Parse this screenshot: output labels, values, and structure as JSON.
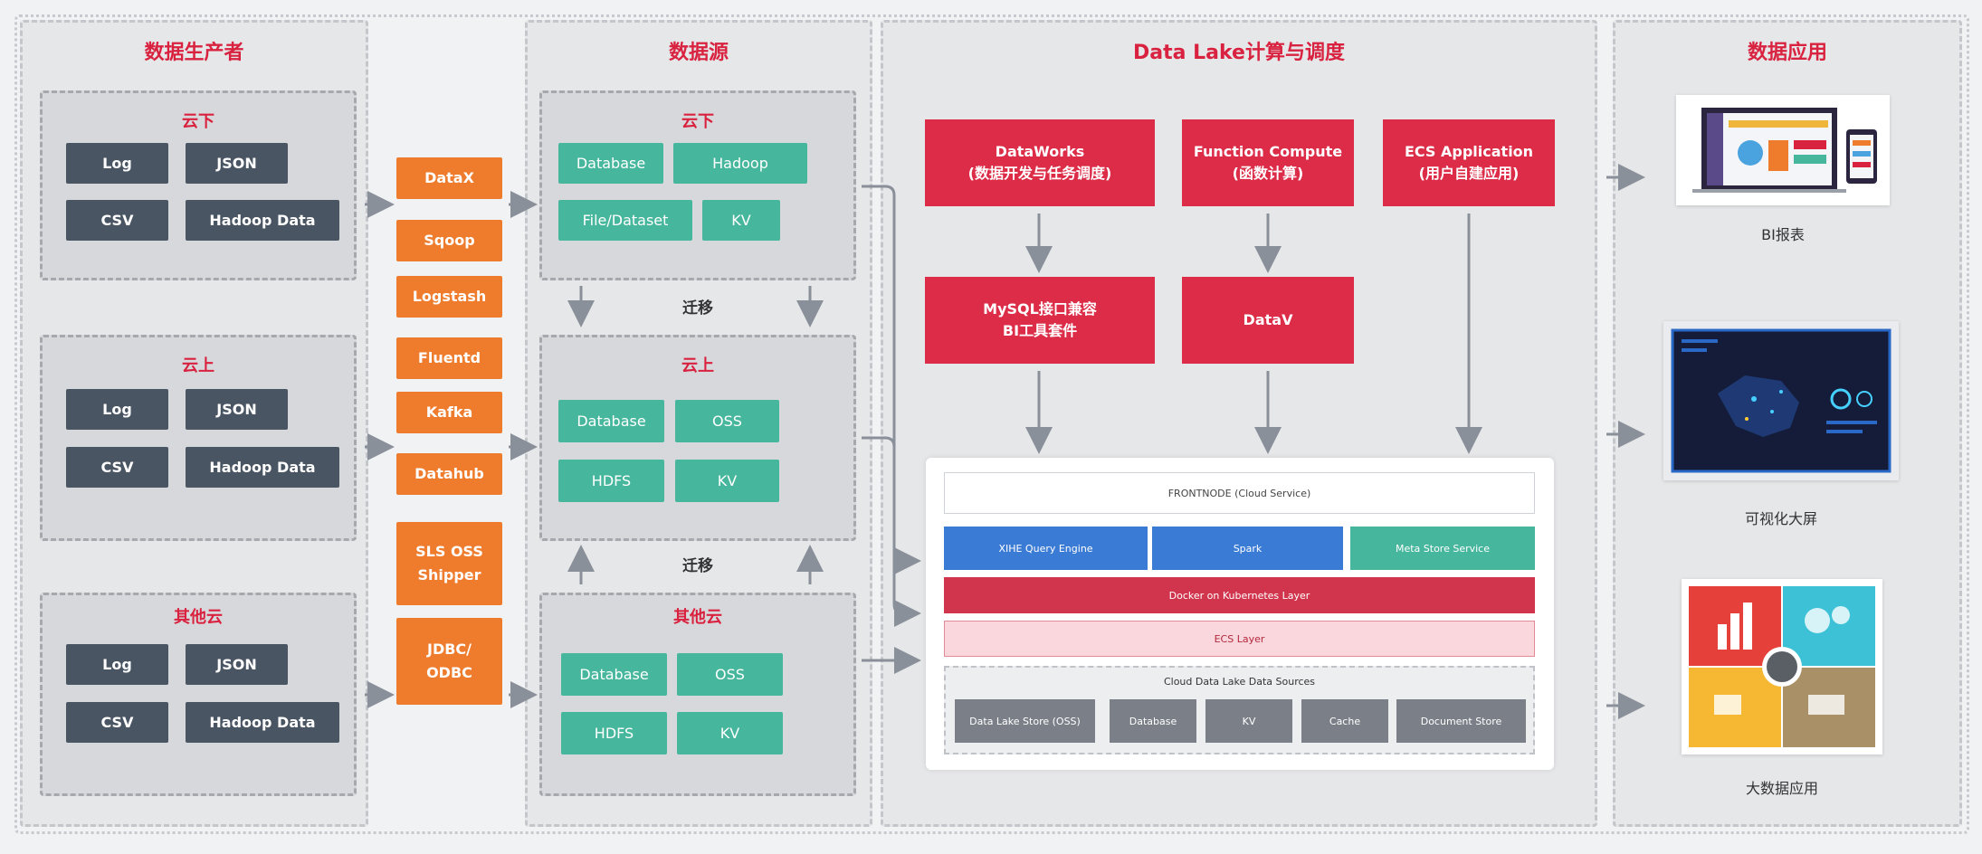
{
  "columns": {
    "producers": "数据生产者",
    "sources": "数据源",
    "compute": "Data Lake计算与调度",
    "apps": "数据应用"
  },
  "producers": [
    {
      "title": "云下",
      "items": [
        "Log",
        "JSON",
        "CSV",
        "Hadoop Data"
      ]
    },
    {
      "title": "云上",
      "items": [
        "Log",
        "JSON",
        "CSV",
        "Hadoop Data"
      ]
    },
    {
      "title": "其他云",
      "items": [
        "Log",
        "JSON",
        "CSV",
        "Hadoop Data"
      ]
    }
  ],
  "tools": [
    "DataX",
    "Sqoop",
    "Logstash",
    "Fluentd",
    "Kafka",
    "Datahub",
    "SLS OSS\nShipper",
    "JDBC/\nODBC"
  ],
  "sources": [
    {
      "title": "云下",
      "items": [
        "Database",
        "Hadoop",
        "File/Dataset",
        "KV"
      ]
    },
    {
      "title": "云上",
      "items": [
        "Database",
        "OSS",
        "HDFS",
        "KV"
      ]
    },
    {
      "title": "其他云",
      "items": [
        "Database",
        "OSS",
        "HDFS",
        "KV"
      ]
    }
  ],
  "migrate_label": "迁移",
  "compute": {
    "top": [
      "DataWorks\n(数据开发与任务调度)",
      "Function Compute\n(函数计算)",
      "ECS Application\n(用户自建应用)"
    ],
    "mid": [
      "MySQL接口兼容\nBI工具套件",
      "DataV"
    ]
  },
  "lake": {
    "frontnode": "FRONTNODE (Cloud Service)",
    "engines": [
      "XIHE Query Engine",
      "Spark",
      "Meta Store Service"
    ],
    "docker": "Docker on Kubernetes Layer",
    "ecs": "ECS Layer",
    "sources_title": "Cloud Data Lake Data Sources",
    "sources": [
      "Data Lake Store (OSS)",
      "Database",
      "KV",
      "Cache",
      "Document Store"
    ]
  },
  "apps": [
    {
      "label": "BI报表",
      "icon": "bi-dashboard-thumbnail"
    },
    {
      "label": "可视化大屏",
      "icon": "map-screen-thumbnail"
    },
    {
      "label": "大数据应用",
      "icon": "big-data-thumbnail"
    }
  ],
  "colors": {
    "red": "#dc2c47",
    "orange": "#ef7c2d",
    "teal": "#46b69c",
    "dark_chip": "#4a5563",
    "blue": "#3a7bd5"
  }
}
